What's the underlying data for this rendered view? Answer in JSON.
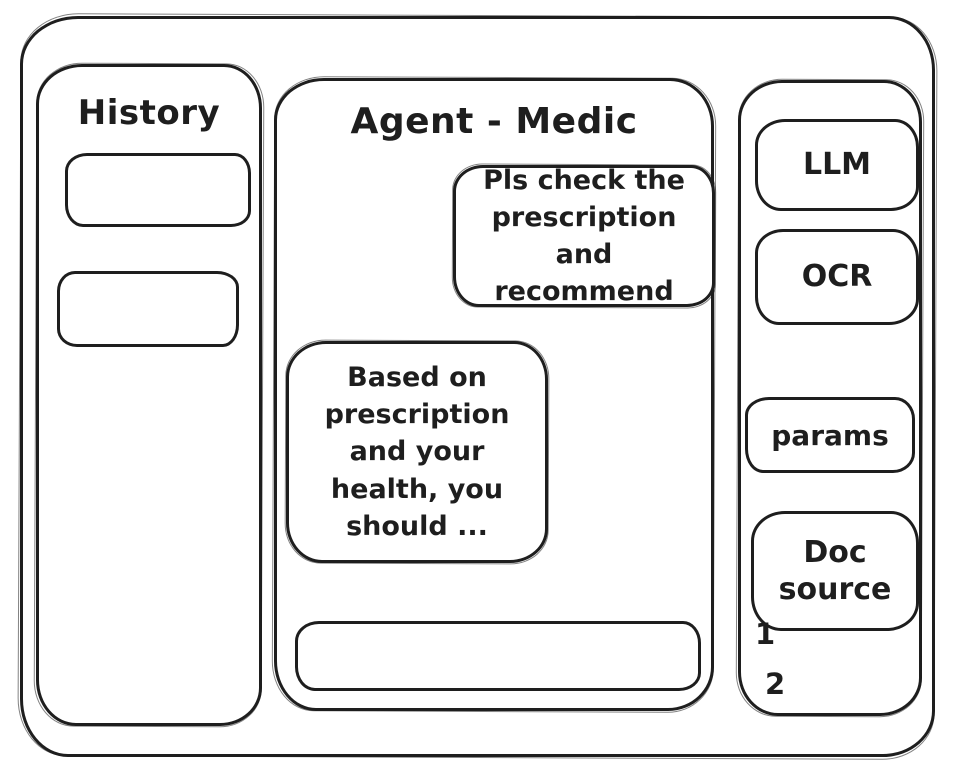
{
  "colors": {
    "stroke": "#1e1e1e",
    "background": "#ffffff"
  },
  "history_panel": {
    "title": "History",
    "items": [
      {
        "label": ""
      },
      {
        "label": ""
      }
    ]
  },
  "chat_panel": {
    "title": "Agent - Medic",
    "messages": [
      {
        "role": "user",
        "text": "Pls check the prescription and recommend"
      },
      {
        "role": "agent",
        "text": "Based on prescription and your health, you should ..."
      }
    ],
    "input": {
      "value": "",
      "placeholder": ""
    }
  },
  "tools_panel": {
    "buttons": [
      {
        "label": "LLM"
      },
      {
        "label": "OCR"
      },
      {
        "label": "params"
      },
      {
        "label": "Doc source"
      }
    ],
    "doc_items": [
      {
        "label": "1"
      },
      {
        "label": "2"
      }
    ]
  }
}
